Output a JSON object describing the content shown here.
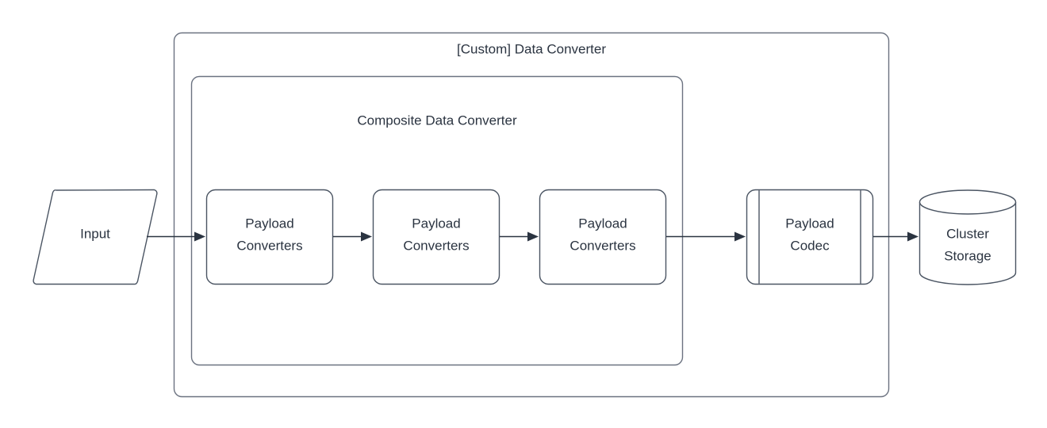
{
  "diagram": {
    "title_outer": "[Custom] Data Converter",
    "title_inner": "Composite Data Converter",
    "colors": {
      "text": "#2b3441",
      "shape_stroke": "#4b5563",
      "container_stroke": "#6b7280",
      "connector": "#2b3441",
      "background": "#ffffff"
    },
    "nodes": {
      "input": {
        "label": "Input",
        "shape": "parallelogram"
      },
      "converter_1": {
        "label_line_1": "Payload",
        "label_line_2": "Converters",
        "shape": "rounded-rectangle"
      },
      "converter_2": {
        "label_line_1": "Payload",
        "label_line_2": "Converters",
        "shape": "rounded-rectangle"
      },
      "converter_3": {
        "label_line_1": "Payload",
        "label_line_2": "Converters",
        "shape": "rounded-rectangle"
      },
      "payload_codec": {
        "label_line_1": "Payload",
        "label_line_2": "Codec",
        "shape": "predefined-process"
      },
      "cluster_storage": {
        "label_line_1": "Cluster",
        "label_line_2": "Storage",
        "shape": "cylinder"
      }
    },
    "edges": [
      {
        "from": "input",
        "to": "converter_1"
      },
      {
        "from": "converter_1",
        "to": "converter_2"
      },
      {
        "from": "converter_2",
        "to": "converter_3"
      },
      {
        "from": "converter_3",
        "to": "payload_codec"
      },
      {
        "from": "payload_codec",
        "to": "cluster_storage"
      }
    ]
  }
}
